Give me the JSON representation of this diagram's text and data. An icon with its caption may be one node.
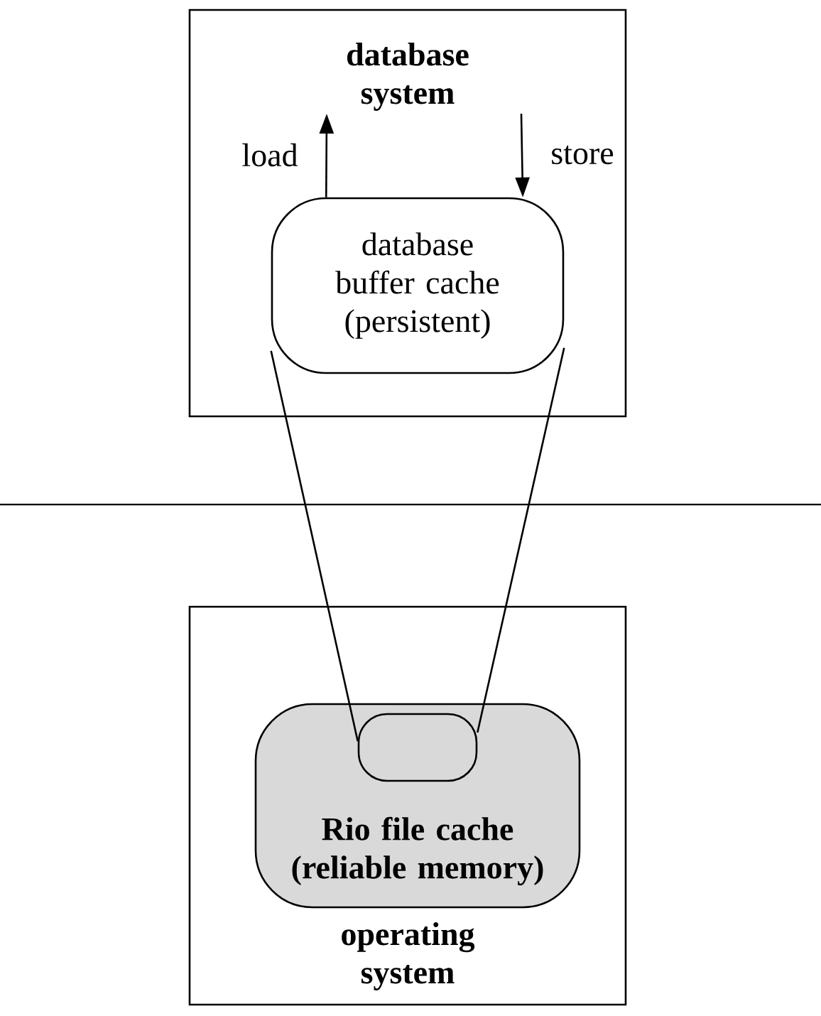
{
  "diagram": {
    "nodes": [
      {
        "text": [
          "database system"
        ]
      },
      {
        "text": [
          "database buffer cache (persistent)"
        ],
        "in": 0
      },
      {
        "text": [
          "operating system"
        ]
      },
      {
        "text": [
          "Rio file cache (reliable memory)"
        ],
        "in": 2
      },
      {
        "text": [],
        "shape": "box",
        "in": 3
      }
    ],
    "edges": [
      {
        "from": 1,
        "to": 4,
        "arrow": "none"
      },
      {
        "from": 1,
        "to": 4,
        "arrow": "none"
      },
      {
        "from": 1,
        "to": null,
        "arrow": "to",
        "label": "load"
      },
      {
        "from": null,
        "to": 1,
        "arrow": "to",
        "label": "store"
      }
    ]
  }
}
